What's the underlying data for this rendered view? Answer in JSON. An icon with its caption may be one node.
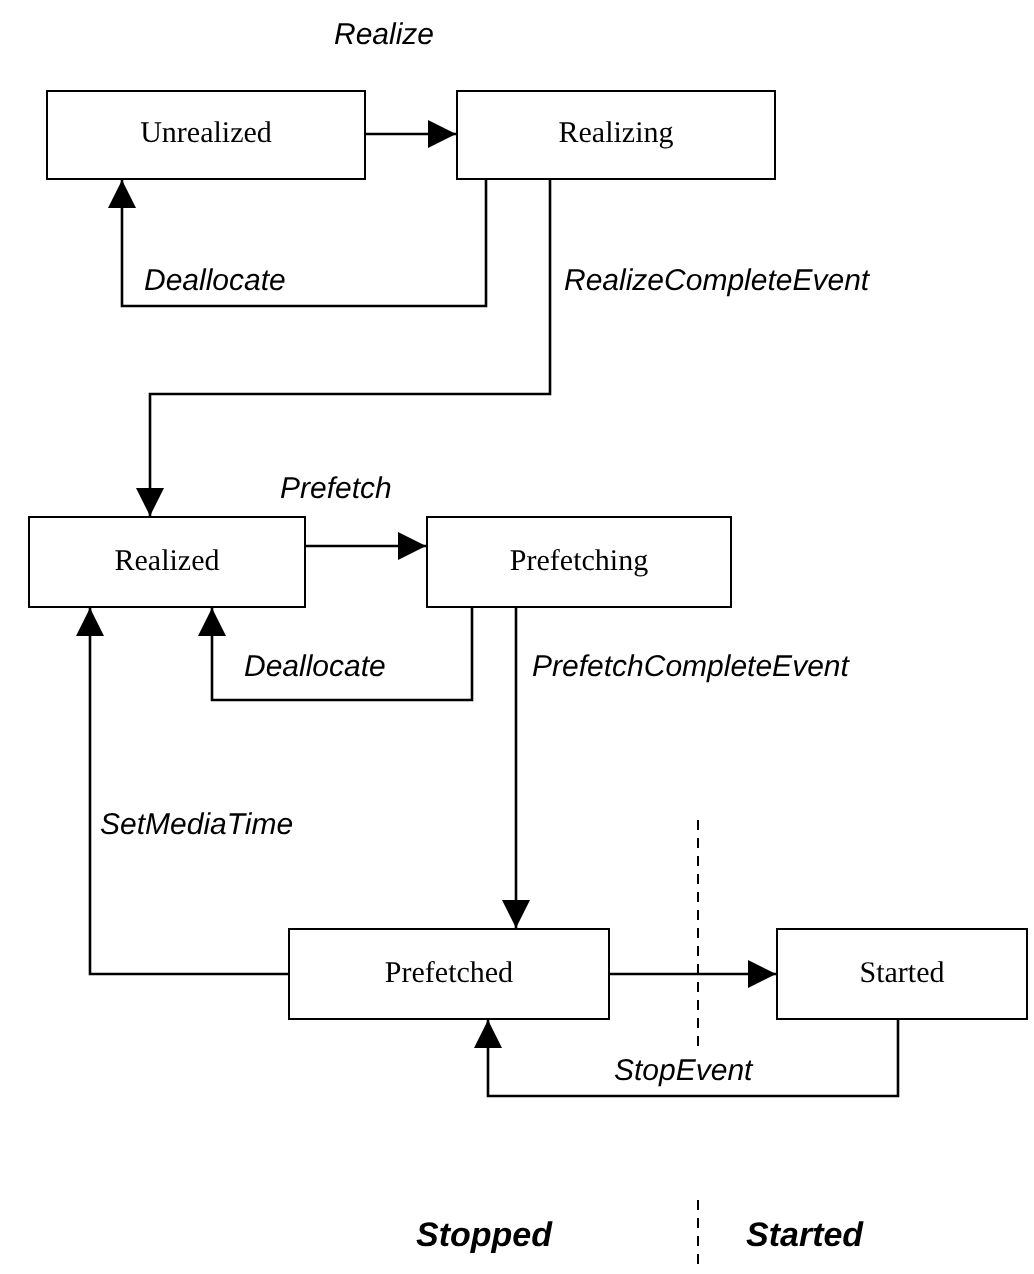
{
  "diagram": {
    "nodes": [
      {
        "text": [
          "Unrealized"
        ]
      },
      {
        "text": [
          "Realizing"
        ]
      },
      {
        "text": [
          "Realized"
        ]
      },
      {
        "text": [
          "Prefetching"
        ]
      },
      {
        "text": [
          "Prefetched"
        ]
      },
      {
        "text": [
          "Started"
        ]
      }
    ],
    "edges": [
      {
        "from": 0,
        "to": 1,
        "arrow": "to",
        "label": "Realize"
      },
      {
        "from": 1,
        "to": 0,
        "arrow": "to",
        "label": "Deallocate"
      },
      {
        "from": 1,
        "to": 2,
        "arrow": "to",
        "label": "RealizeCompleteEvent"
      },
      {
        "from": 2,
        "to": 3,
        "arrow": "to",
        "label": "Prefetch"
      },
      {
        "from": 3,
        "to": 2,
        "arrow": "to",
        "label": "Deallocate"
      },
      {
        "from": 3,
        "to": 4,
        "arrow": "to",
        "label": "PrefetchCompleteEvent"
      },
      {
        "from": 4,
        "to": 2,
        "arrow": "to",
        "label": "SetMediaTime"
      },
      {
        "from": 4,
        "to": 5,
        "arrow": "to"
      },
      {
        "from": 5,
        "to": 4,
        "arrow": "to",
        "label": "StopEvent"
      }
    ],
    "labels": [
      "Stopped",
      "Started"
    ]
  }
}
